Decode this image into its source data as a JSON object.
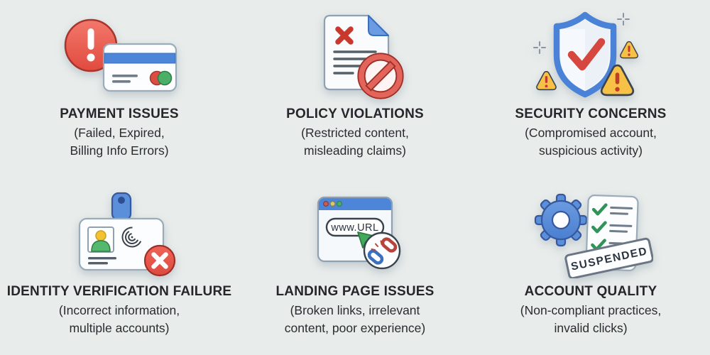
{
  "page": {
    "background": "#e8eceb",
    "description": "Infographic grid of six ad-account suspension reasons"
  },
  "cards": [
    {
      "title": "PAYMENT ISSUES",
      "subtitle": "(Failed, Expired,\nBilling Info Errors)",
      "icon": "payment-alert-credit-card-icon"
    },
    {
      "title": "POLICY VIOLATIONS",
      "subtitle": "(Restricted content,\nmisleading claims)",
      "icon": "document-prohibition-icon"
    },
    {
      "title": "SECURITY CONCERNS",
      "subtitle": "(Compromised account,\nsuspicious activity)",
      "icon": "shield-check-warning-icon"
    },
    {
      "title": "IDENTITY VERIFICATION FAILURE",
      "subtitle": "(Incorrect information,\nmultiple accounts)",
      "icon": "id-card-rejected-icon"
    },
    {
      "title": "LANDING PAGE ISSUES",
      "subtitle": "(Broken links, irrelevant\ncontent, poor experience)",
      "icon": "browser-broken-link-icon"
    },
    {
      "title": "ACCOUNT QUALITY",
      "subtitle": "(Non-compliant practices,\ninvalid clicks)",
      "icon": "gear-checklist-suspended-icon"
    }
  ],
  "icon_text": {
    "url_label": "www.URL",
    "stamp_label": "SUSPENDED"
  },
  "colors": {
    "text": "#26262b",
    "red": "#e0534a",
    "dark_red": "#9e2f27",
    "blue": "#4d86d8",
    "dark_blue": "#35589e",
    "green": "#4caf68",
    "yellow": "#f6c145",
    "background": "#e8eceb"
  }
}
